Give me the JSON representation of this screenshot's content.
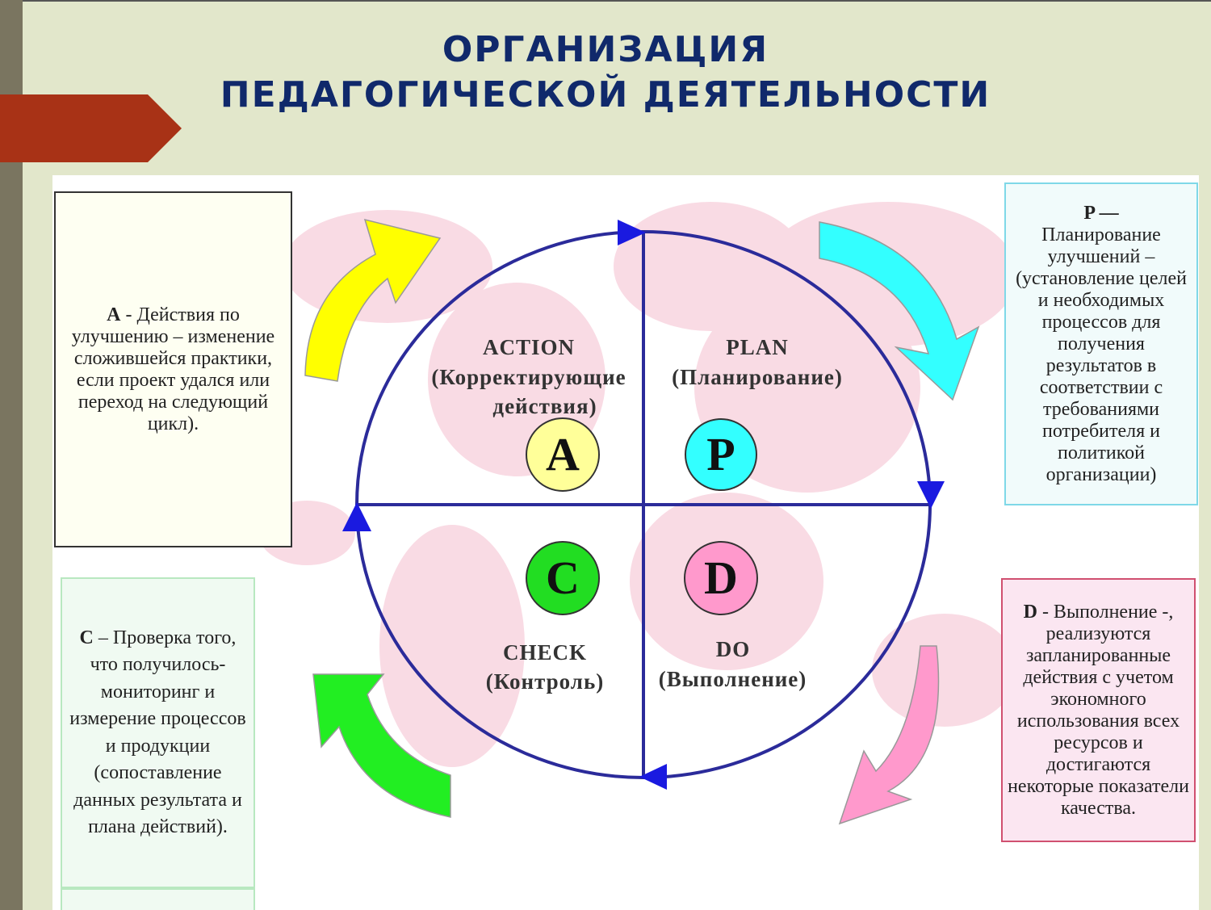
{
  "title": {
    "line1": "ОРГАНИЗАЦИЯ",
    "line2": "ПЕДАГОГИЧЕСКОЙ ДЕЯТЕЛЬНОСТИ"
  },
  "quadrants": {
    "action": {
      "name": "ACTION",
      "sub1": "(Корректирующие",
      "sub2": "действия)",
      "letter": "A",
      "color": "#ffff99"
    },
    "plan": {
      "name": "PLAN",
      "sub1": "(Планирование)",
      "letter": "P",
      "color": "#33ffff"
    },
    "check": {
      "name": "CHECK",
      "sub1": "(Контроль)",
      "letter": "C",
      "color": "#22dd22"
    },
    "do": {
      "name": "DO",
      "sub1": "(Выполнение)",
      "letter": "D",
      "color": "#ff99cc"
    }
  },
  "boxes": {
    "a": {
      "key": "А",
      "text": " - Действия по улучшению – изменение сложившейся практики, если проект удался или переход на следующий цикл)."
    },
    "p": {
      "key": "P —",
      "text": "Планирование улучшений – (установление целей и необходимых процессов для получения результатов в соответствии с требованиями потребителя и политикой организации)"
    },
    "c": {
      "key": "С",
      "text": " – Проверка того, что получилось- мониторинг и измерение процессов и продукции (сопоставление данных результата и плана действий)."
    },
    "d": {
      "key": "D",
      "text": " - Выполнение -, реализуются запланированные действия с учетом экономного использования всех ресурсов и достигаются некоторые показатели качества."
    }
  }
}
